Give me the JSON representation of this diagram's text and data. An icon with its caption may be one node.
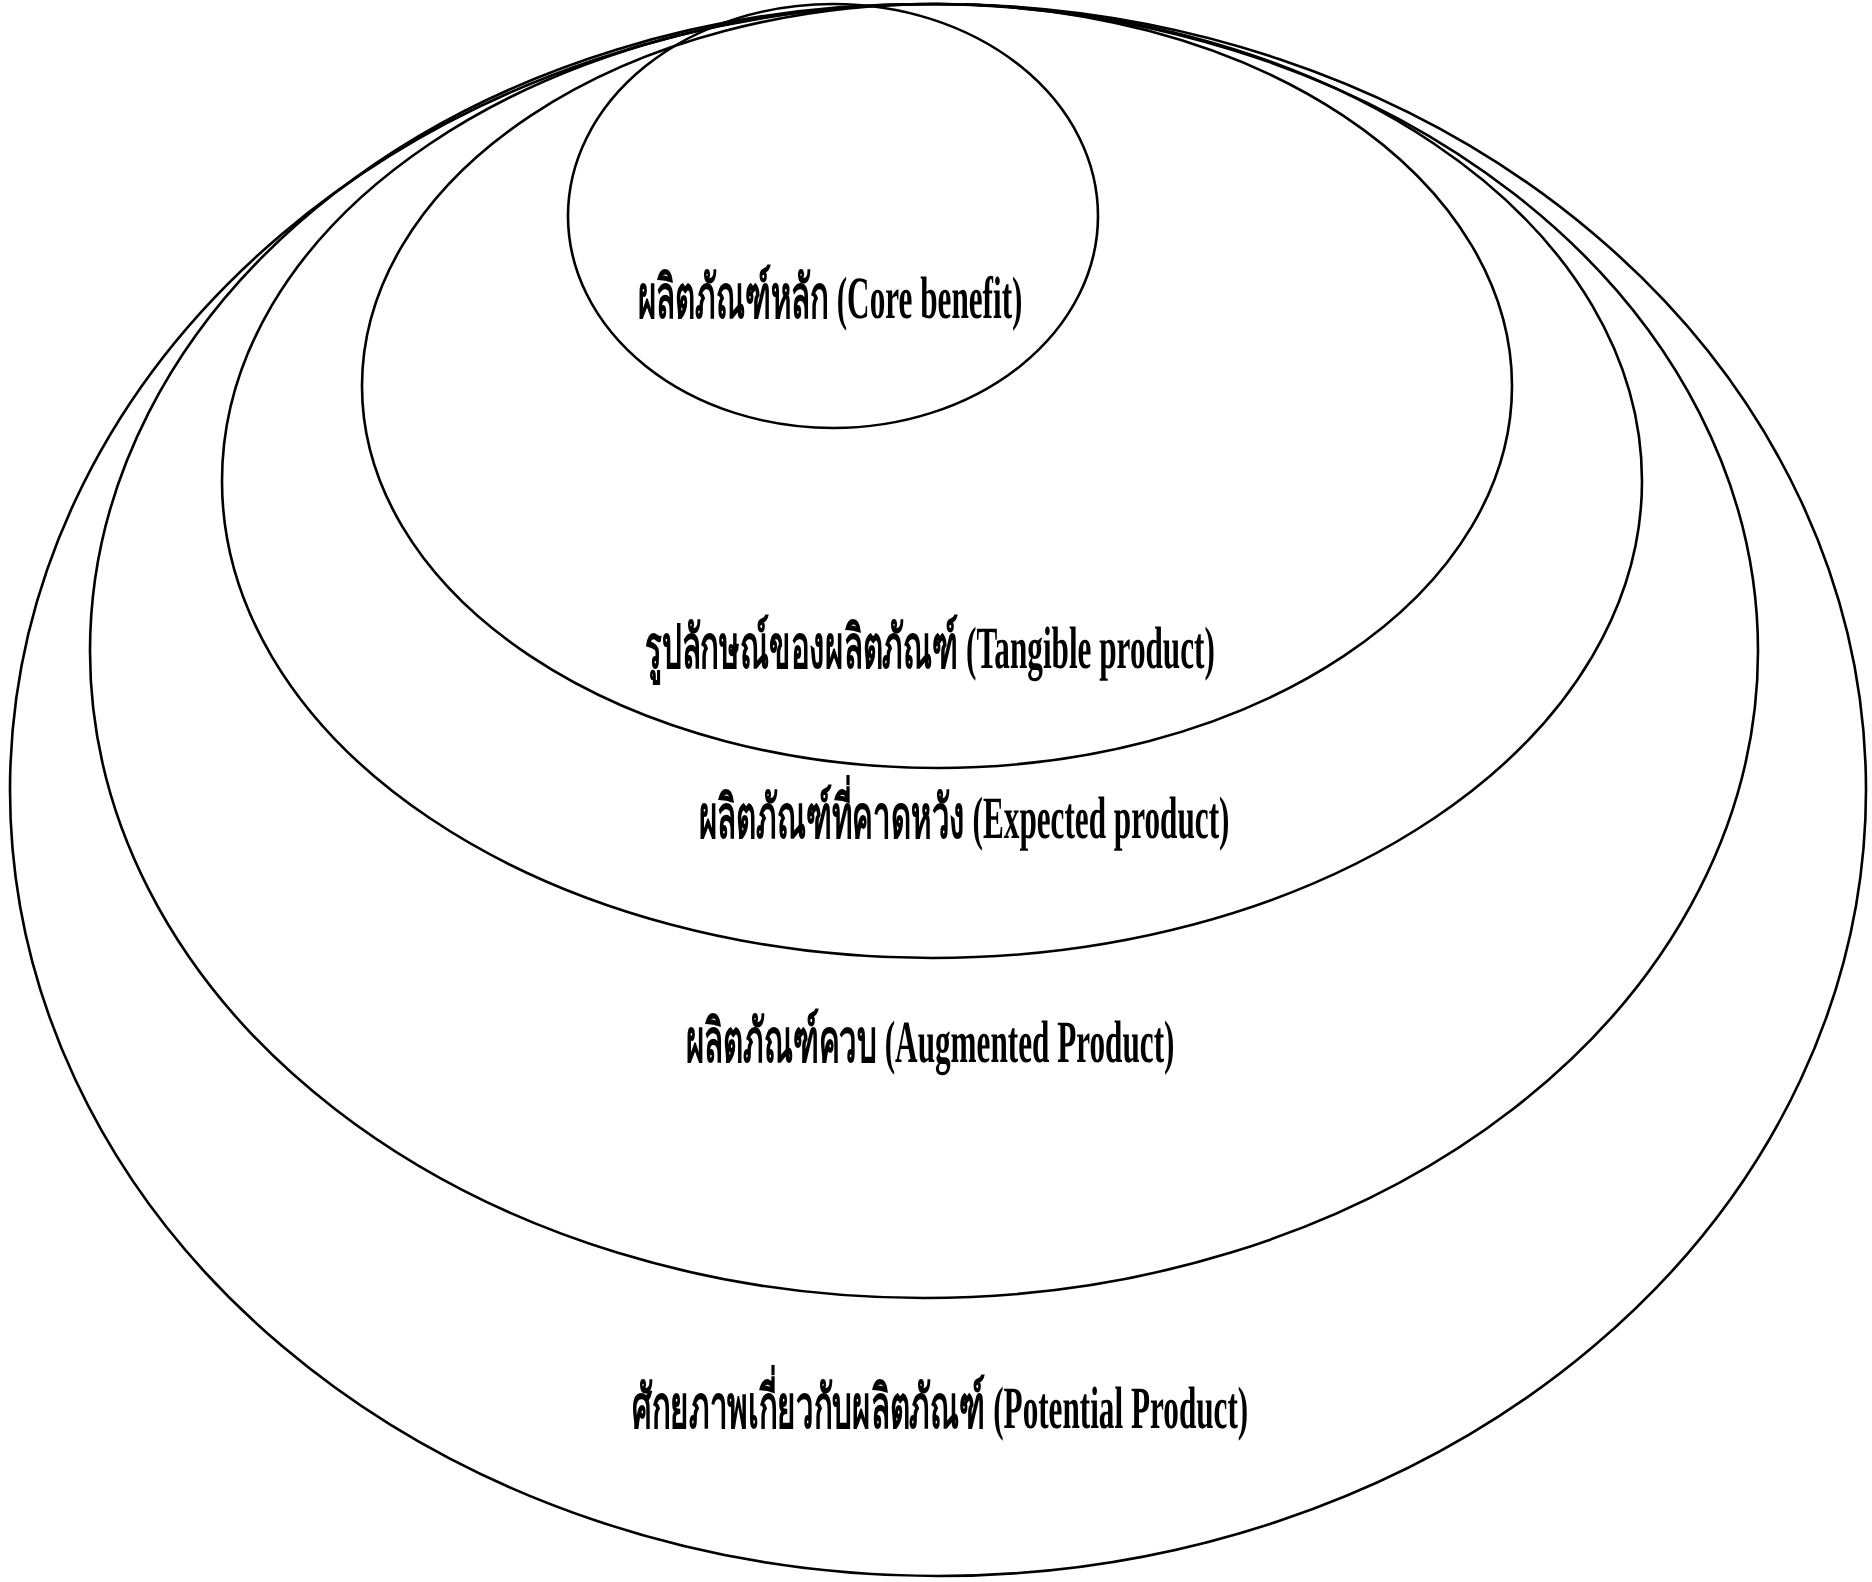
{
  "diagram": {
    "nodes": [
      {
        "text": [
          "ศักยภาพเกี่ยวกับผลิตภัณฑ์ (Potential Product)"
        ]
      },
      {
        "text": [
          "ผลิตภัณฑ์ควบ (Augmented Product)"
        ],
        "in": 0
      },
      {
        "text": [
          "ผลิตภัณฑ์ที่คาดหวัง (Expected product)"
        ],
        "in": 1
      },
      {
        "text": [
          "รูปลักษณ์ของผลิตภัณฑ์ (Tangible product)"
        ],
        "in": 2
      },
      {
        "text": [
          "ผลิตภัณฑ์หลัก (Core benefit)"
        ],
        "in": 3
      }
    ]
  }
}
